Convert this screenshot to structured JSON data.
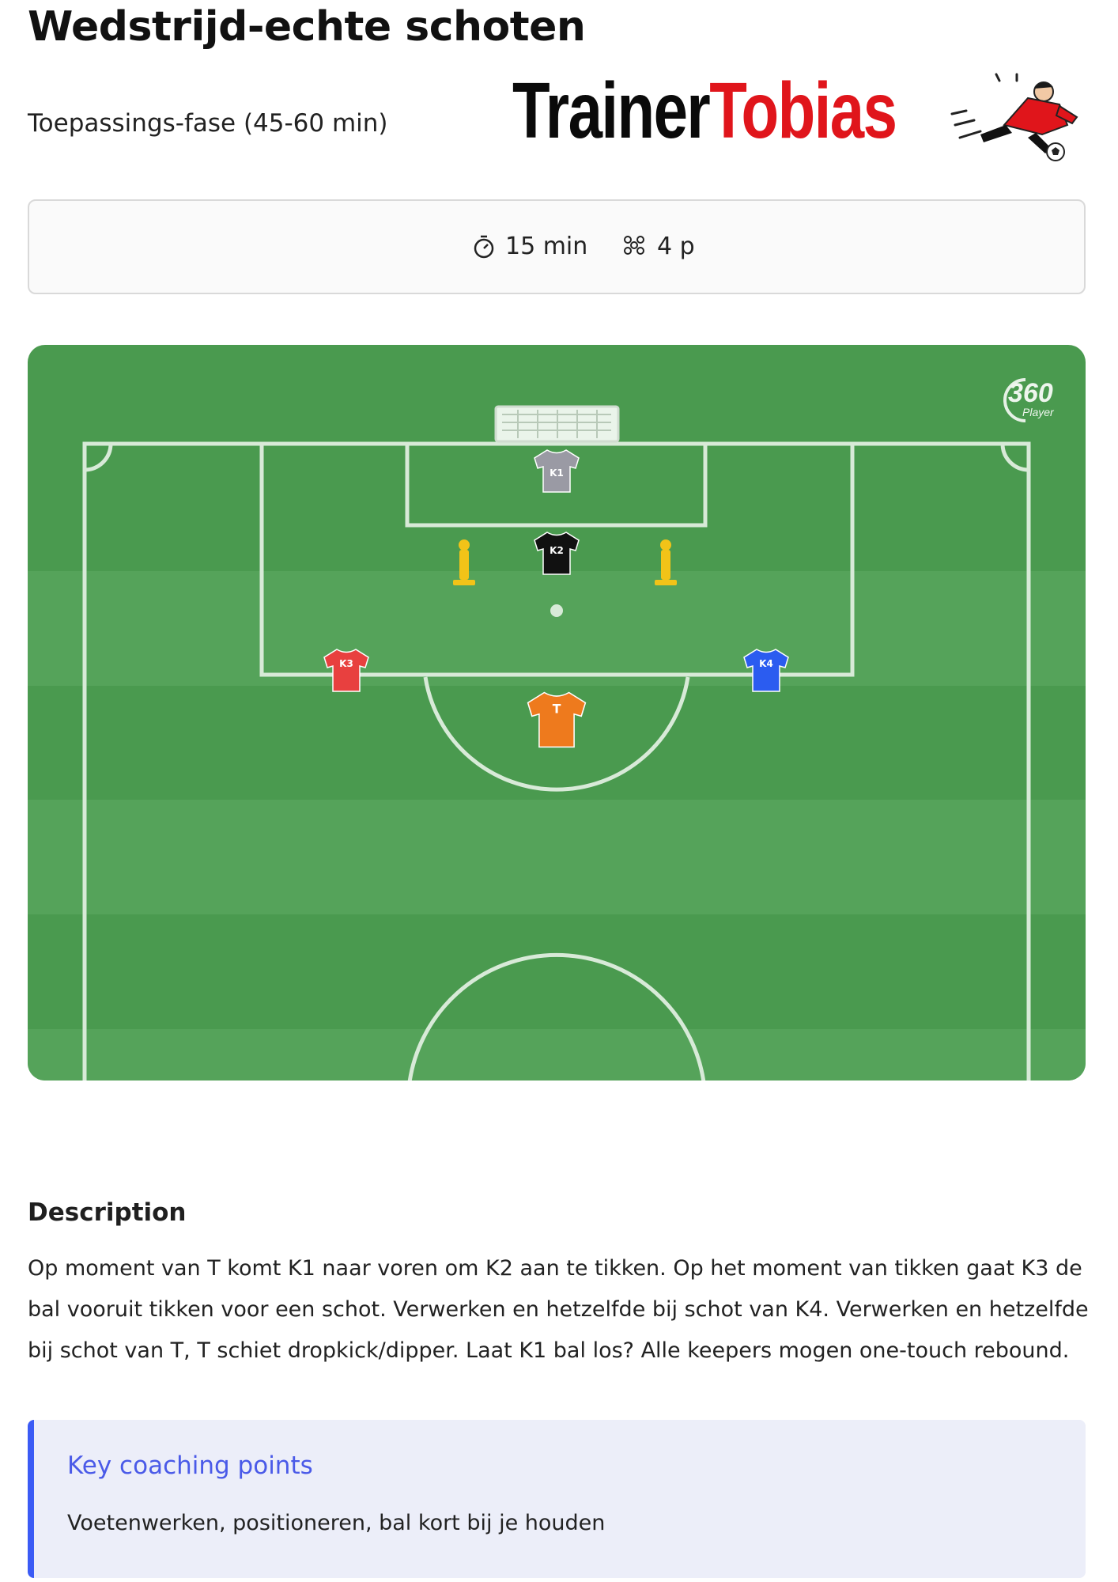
{
  "header": {
    "title": "Wedstrijd-echte schoten",
    "subtitle": "Toepassings-fase (45-60 min)"
  },
  "brand": {
    "logo_part1": "Trainer",
    "logo_part2": "Tobias",
    "logo_colors": {
      "part1": "#0a0a0a",
      "part2": "#e0151b"
    }
  },
  "meta": {
    "duration": "15 min",
    "duration_icon": "stopwatch-icon",
    "players": "4 p",
    "players_icon": "players-icon"
  },
  "pitch": {
    "watermark_number": "360",
    "watermark_text": "Player",
    "players": [
      {
        "label": "K1",
        "color": "#9a9aa4"
      },
      {
        "label": "K2",
        "color": "#111111"
      },
      {
        "label": "K3",
        "color": "#e8403f"
      },
      {
        "label": "K4",
        "color": "#2b5cf0"
      },
      {
        "label": "T",
        "color": "#ee7a1d"
      }
    ],
    "colors": {
      "grass_dark": "#4a9a4f",
      "grass_light": "#55a35a",
      "lines": "#d8ead8",
      "cone": "#f2c318"
    }
  },
  "description": {
    "heading": "Description",
    "text": "Op moment van T komt K1 naar voren om K2 aan te tikken. Op het moment van tikken gaat K3 de bal vooruit tikken voor een schot. Verwerken en hetzelfde bij schot van K4. Verwerken en hetzelfde bij schot van T, T schiet dropkick/dipper. Laat K1 bal los? Alle keepers mogen one-touch rebound."
  },
  "coaching": {
    "heading": "Key coaching points",
    "text": "Voetenwerken, positioneren, bal kort bij je houden",
    "accent": "#3b5bf5"
  }
}
